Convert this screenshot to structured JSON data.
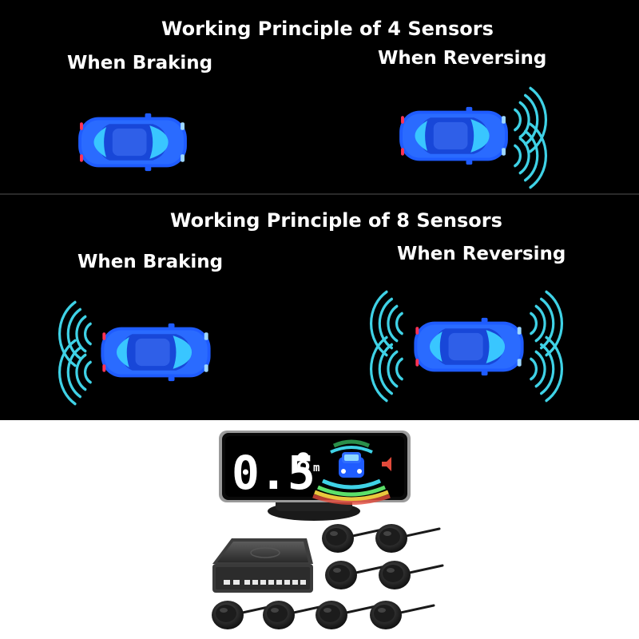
{
  "panel_4_sensors": {
    "title": "Working Principle of 4 Sensors",
    "braking_label": "When Braking",
    "reversing_label": "When Reversing"
  },
  "panel_8_sensors": {
    "title": "Working Principle of 8 Sensors",
    "braking_label": "When Braking",
    "reversing_label": "When Reversing"
  },
  "display": {
    "distance_whole": "0.5",
    "distance_small": "8",
    "unit": "m"
  },
  "colors": {
    "car_body": "#1f5cff",
    "wave": "#3fd2e6",
    "panel_bg": "#000000"
  }
}
